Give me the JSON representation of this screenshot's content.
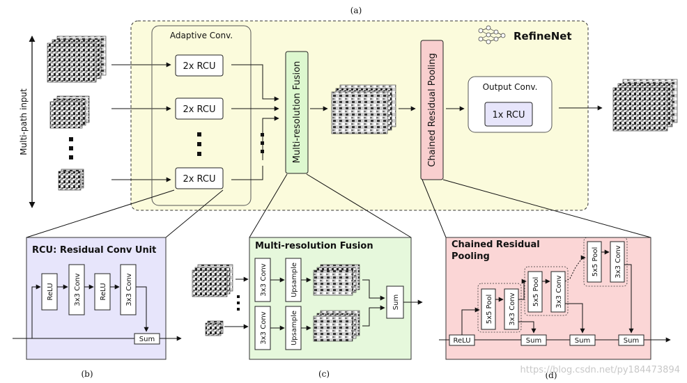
{
  "captions": {
    "a": "(a)",
    "b": "(b)",
    "c": "(c)",
    "d": "(d)"
  },
  "refinenet": {
    "title": "RefineNet",
    "input_label": "Multi-path input",
    "adaptive_conv": "Adaptive Conv.",
    "rcu2x": "2x RCU",
    "mrf": "Multi-resolution Fusion",
    "crp": "Chained Residual Pooling",
    "output_conv": "Output Conv.",
    "rcu1x": "1x RCU"
  },
  "rcu_panel": {
    "title": "RCU: Residual Conv Unit",
    "relu": "ReLU",
    "conv": "3x3 Conv",
    "sum": "Sum"
  },
  "mrf_panel": {
    "title": "Multi-resolution Fusion",
    "conv": "3x3 Conv",
    "upsample": "Upsample",
    "sum": "Sum"
  },
  "crp_panel": {
    "title_line1": "Chained Residual",
    "title_line2": "Pooling",
    "relu": "ReLU",
    "pool": "5x5 Pool",
    "conv": "3x3 Conv",
    "sum": "Sum"
  },
  "watermark": "https://blog.csdn.net/py184473894",
  "colors": {
    "refinenet_bg": "#fbfbdc",
    "rcu_bg": "#e7e5fb",
    "mrf_bg": "#e6f8dc",
    "crp_bg": "#fbd6d6",
    "mrf_block": "#ddf8cf",
    "crp_block": "#f9cfcf"
  }
}
